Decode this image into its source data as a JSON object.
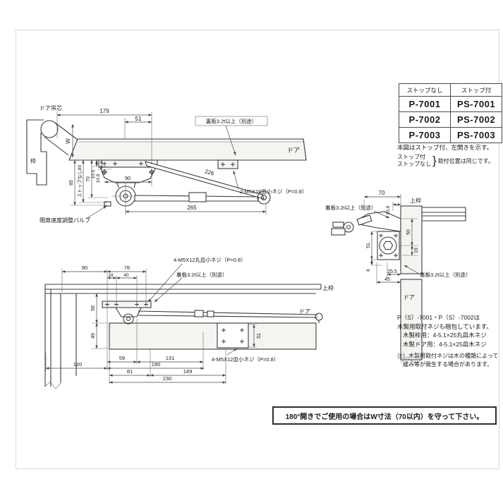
{
  "table": {
    "header": [
      "ストップなし",
      "ストップ付"
    ],
    "rows": [
      [
        "P-7001",
        "PS-7001"
      ],
      [
        "P-7002",
        "PS-7002"
      ],
      [
        "P-7003",
        "PS-7003"
      ]
    ],
    "note": "本図はストップ付、左開きを示す。",
    "brace_top": "ストップ付",
    "brace_bottom": "ストップなし",
    "brace_text": "取付位置は同じです。"
  },
  "side_notes": {
    "line1": "P（S）-7001・P（S）-7002は",
    "line2": "木製用取付ネジも梱包しています。",
    "line3": "木製枠用：4-5.1×25丸皿木ネジ",
    "line4": "木製ドア用：4-5.1×25皿木ネジ",
    "caution1": "注）木製用取付ネジは木の種類によって",
    "caution2": "緩み等が発生する場合があります。"
  },
  "bottom_note": "180°開きでご使用の場合はW寸法（70以内）を守って下さい。",
  "top_view": {
    "labels": {
      "door_pivot": "ドア吊芯",
      "frame": "枠",
      "w": "W",
      "door": "ドア",
      "backing_plate": "裏板3.2t以上（別途）",
      "screw": "2-M5X16皿小ネジ（P=0.8）",
      "valve": "閉扉速度調整バルブ",
      "stopless80": "ストップなし80"
    },
    "dims": {
      "d179": "179",
      "d51": "51",
      "d226": "226",
      "d265": "265",
      "d90": "90",
      "d85": "85",
      "d70": "70",
      "d105": "10.5",
      "d108": "10.8"
    }
  },
  "side_view": {
    "labels": {
      "top_frame": "上枠",
      "door": "ドア",
      "backing_plate": "裏板3.2t以上（別途）"
    },
    "dims": {
      "d70": "70",
      "d108": "10.8",
      "d50": "50",
      "d19": "19",
      "d51": "51",
      "d8": "8",
      "d255": "25.5",
      "d45": "45"
    }
  },
  "bottom_view": {
    "labels": {
      "top_frame": "上枠",
      "door": "ドア",
      "screw_round": "4-M5X12丸皿小ネジ（P=0.8）",
      "backing_plate": "裏板3.2t以上（別途）",
      "screw_flat": "4-M5X12皿小ネジ（P=0.8）"
    },
    "dims": {
      "d90": "90",
      "d76": "76",
      "d18": "18",
      "d40": "40",
      "d58": "58",
      "d49": "49",
      "d51": "51",
      "d120": "120",
      "d59": "59",
      "d131": "131",
      "d190": "190",
      "d81": "81",
      "d149": "149",
      "d230": "230"
    }
  }
}
